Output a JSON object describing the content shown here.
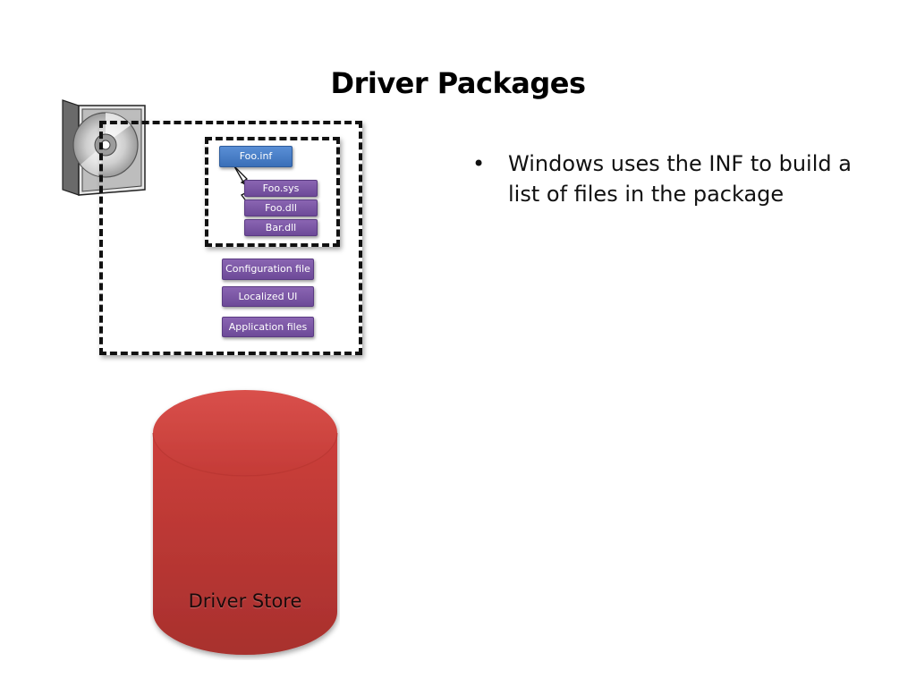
{
  "slide": {
    "title": "Driver Packages",
    "bullets": [
      {
        "mark": "•",
        "text": "Windows uses the INF to build a list of files in the package"
      }
    ]
  },
  "package": {
    "inf_file": "Foo.inf",
    "inf_listed_files": [
      "Foo.sys",
      "Foo.dll",
      "Bar.dll"
    ],
    "other_files": [
      "Configuration file",
      "Localized UI",
      "Application files"
    ]
  },
  "store": {
    "label": "Driver Store"
  },
  "colors": {
    "inf_blue": "#3a6fb8",
    "file_purple": "#6d4a98",
    "store_red": "#c23a37"
  },
  "icons": {
    "package": "cd-case-icon"
  }
}
